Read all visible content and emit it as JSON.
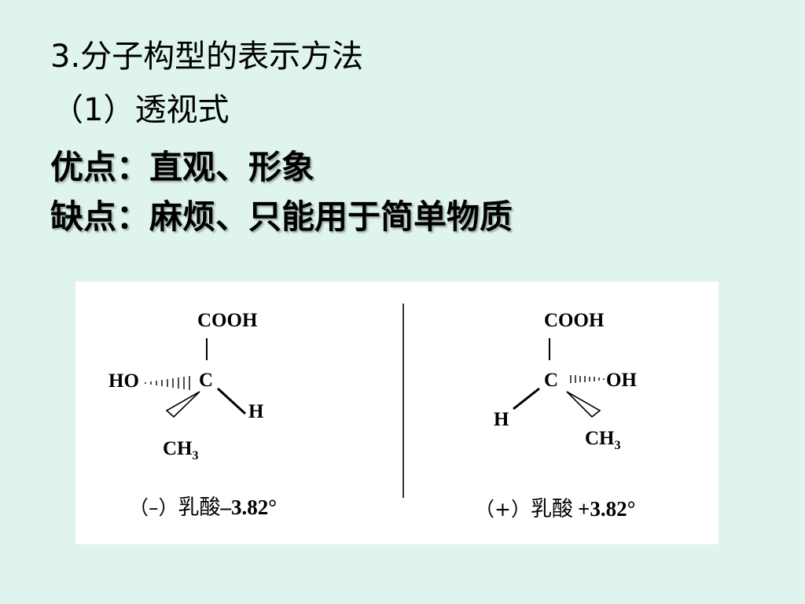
{
  "heading": {
    "title": "3.分子构型的表示方法",
    "subtitle": "（1）透视式",
    "pros": "优点：直观、形象",
    "cons": "缺点：麻烦、只能用于简单物质"
  },
  "left_molecule": {
    "top_group": "COOH",
    "center": "C",
    "left_group": "HO",
    "right_group": "H",
    "bottom_group": "CH",
    "bottom_subscript": "3",
    "caption_sign": "（–）",
    "caption_name": "乳酸",
    "caption_value": "–3.82°"
  },
  "right_molecule": {
    "top_group": "COOH",
    "center": "C",
    "right_group": "OH",
    "left_group": "H",
    "bottom_group": "CH",
    "bottom_subscript": "3",
    "caption_sign": "（+）",
    "caption_name": "乳酸",
    "caption_value": "+3.82°"
  }
}
